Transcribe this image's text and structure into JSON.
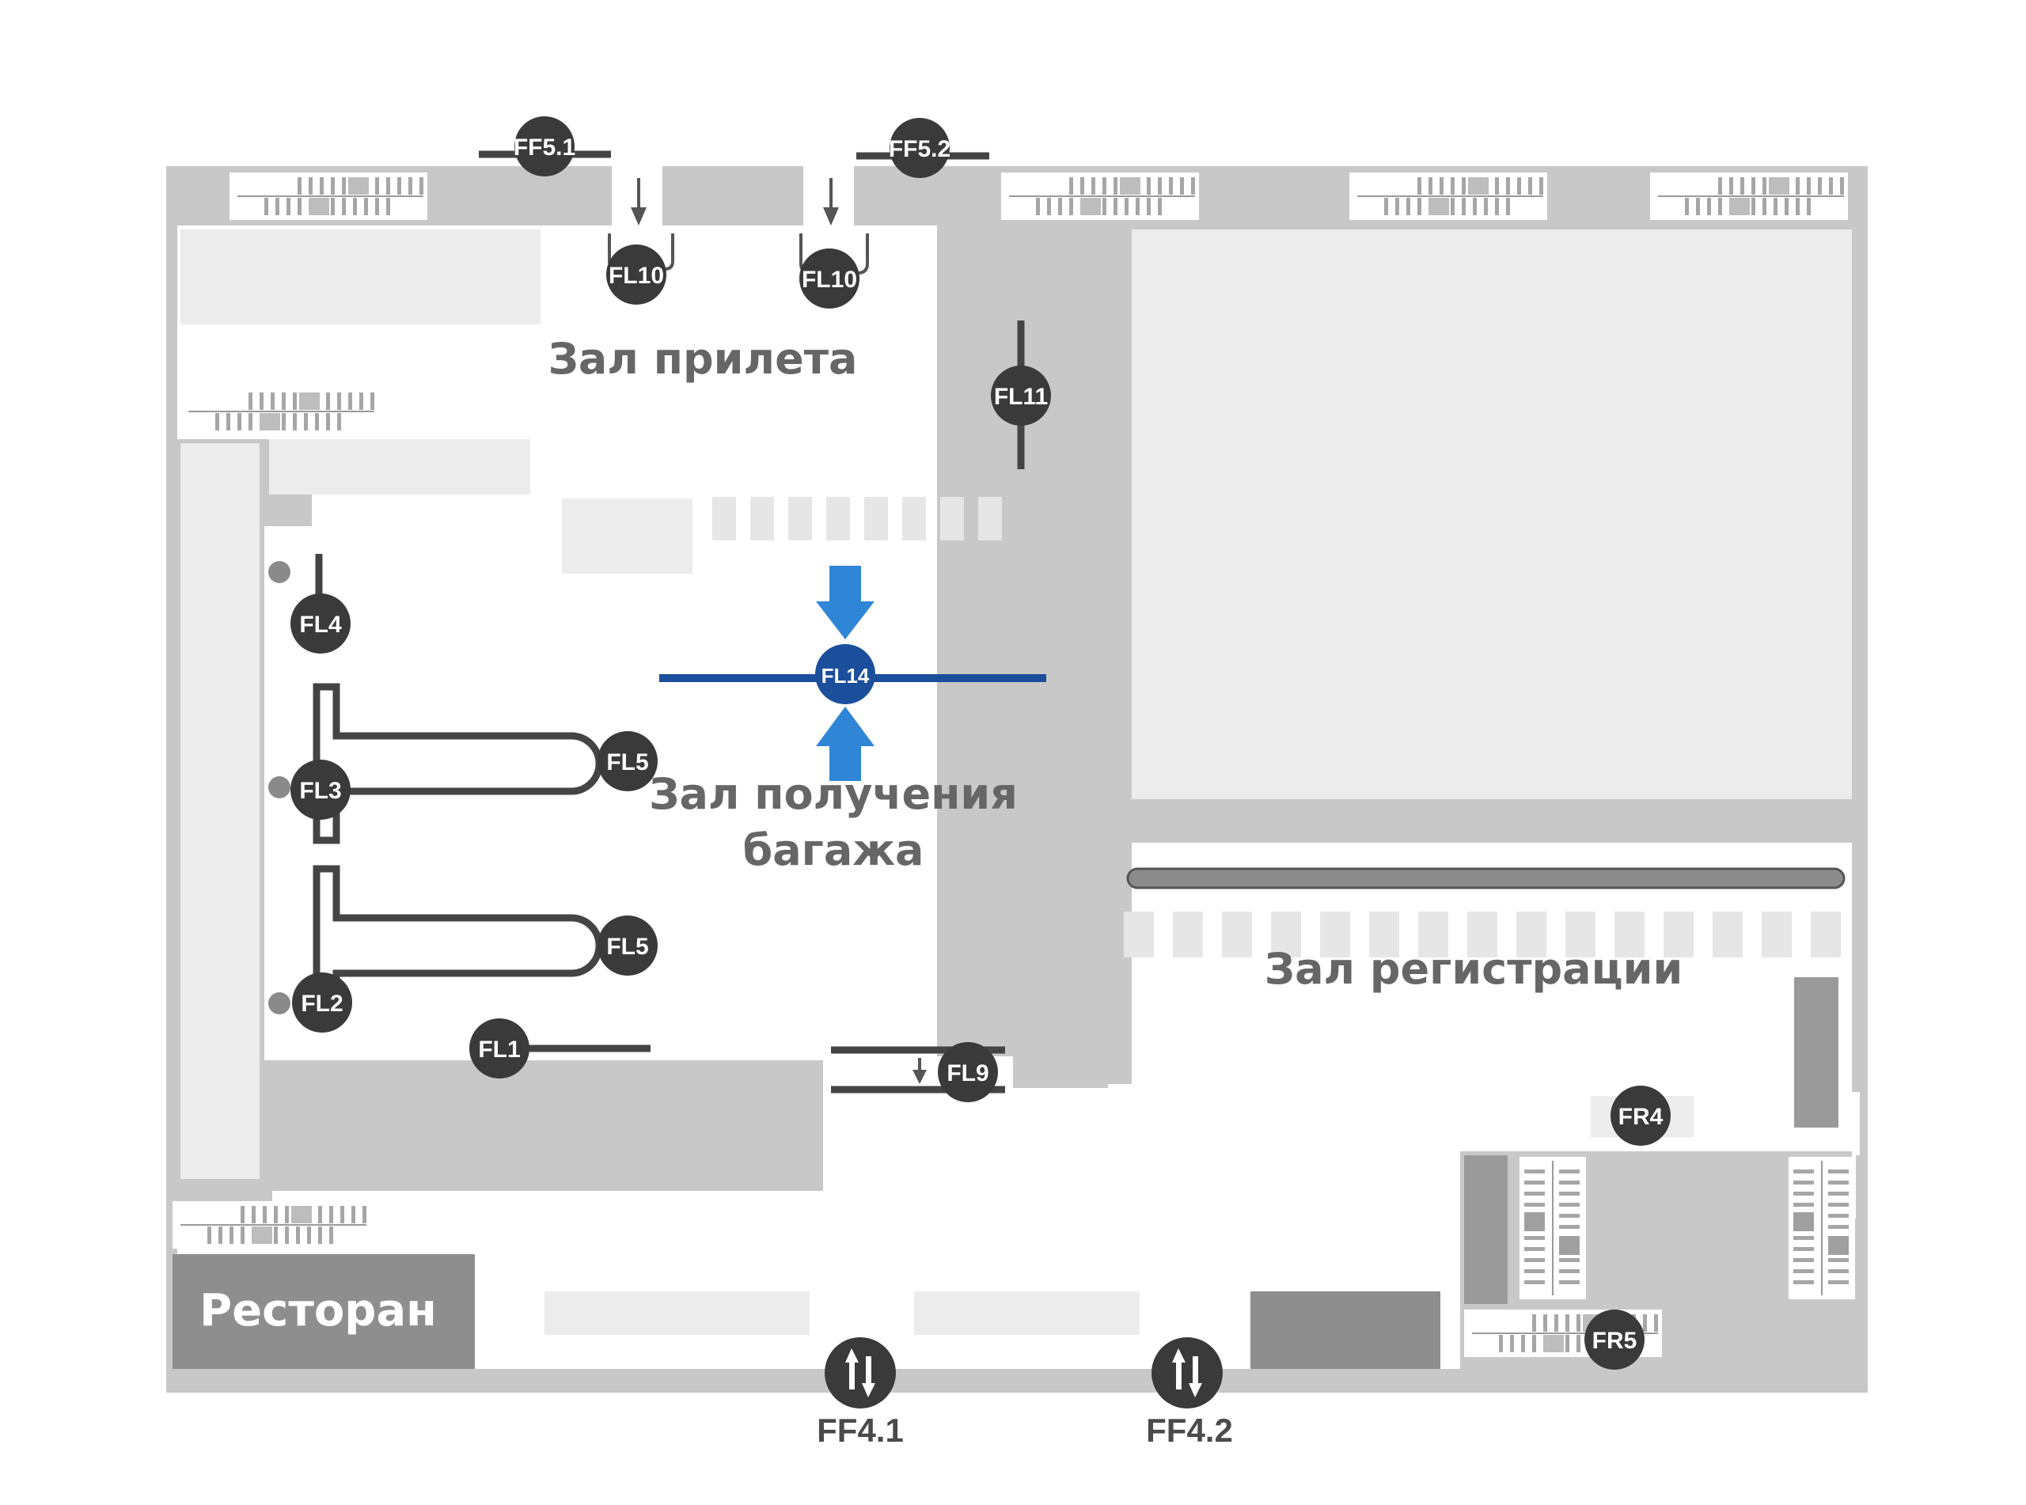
{
  "rooms": {
    "arrival_hall": "Зал прилета",
    "baggage_line1": "Зал получения",
    "baggage_line2": "багажа",
    "checkin_hall": "Зал регистрации",
    "restaurant": "Ресторан"
  },
  "markers": {
    "ff5_1": "FF5.1",
    "ff5_2": "FF5.2",
    "fl10_left": "FL10",
    "fl10_right": "FL10",
    "fl11": "FL11",
    "fl4": "FL4",
    "fl14": "FL14",
    "fl5_top": "FL5",
    "fl3": "FL3",
    "fl5_bottom": "FL5",
    "fl2": "FL2",
    "fl1": "FL1",
    "fl9": "FL9",
    "fr4": "FR4",
    "fr5": "FR5"
  },
  "exits": {
    "ff4_1": "FF4.1",
    "ff4_2": "FF4.2"
  },
  "colors": {
    "wall": "#c8c8c8",
    "light_area": "#ececec",
    "marker": "#3a3a3a",
    "marker_accent": "#1b4f9c",
    "arrow_blue": "#2f86d6",
    "restaurant": "#8e8e8e"
  },
  "icons": {
    "escalator": "escalator-icon",
    "direction_arrow": "arrow-down-icon",
    "two_way": "two-way-arrows-icon"
  }
}
